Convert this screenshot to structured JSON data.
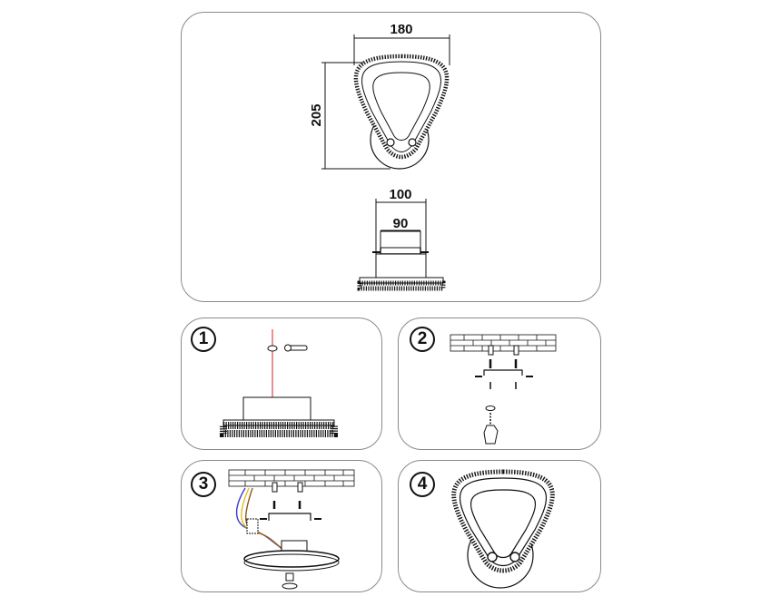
{
  "dimensions": {
    "width_label": "180",
    "height_label": "205",
    "depth_label": "100",
    "bracket_label": "90"
  },
  "steps": [
    {
      "number": "1"
    },
    {
      "number": "2"
    },
    {
      "number": "3"
    },
    {
      "number": "4"
    }
  ],
  "colors": {
    "line": "#111111",
    "panel_border": "#8a8a8a",
    "axis_red": "#d42020",
    "wire_blue": "#3a3ad0",
    "wire_yellow": "#e0c020",
    "wire_brown": "#8a5a20"
  }
}
